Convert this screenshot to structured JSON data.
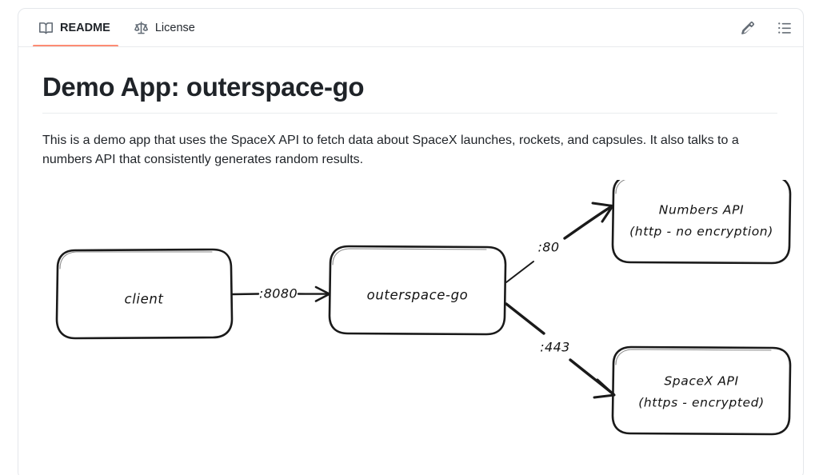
{
  "card": {
    "tabs": [
      {
        "id": "readme",
        "label": "README",
        "icon": "book-icon",
        "active": true
      },
      {
        "id": "license",
        "label": "License",
        "icon": "scales-icon",
        "active": false
      }
    ],
    "actions": [
      {
        "id": "edit",
        "icon": "pencil-icon",
        "title": "Edit"
      },
      {
        "id": "outline",
        "icon": "list-icon",
        "title": "Outline"
      }
    ],
    "accent_color": "#fd8c73",
    "border_color": "#e4e7eb"
  },
  "document": {
    "title": "Demo App: outerspace-go",
    "paragraph": "This is a demo app that uses the SpaceX API to fetch data about SpaceX launches, rockets, and capsules. It also talks to a numbers API that consistently generates random results."
  },
  "diagram": {
    "style": "hand-drawn",
    "stroke_color": "#1a1a1a",
    "nodes": [
      {
        "id": "client",
        "label_lines": [
          "client"
        ]
      },
      {
        "id": "outerspace-go",
        "label_lines": [
          "outerspace-go"
        ]
      },
      {
        "id": "numbers-api",
        "label_lines": [
          "Numbers API",
          "(http - no encryption)"
        ]
      },
      {
        "id": "spacex-api",
        "label_lines": [
          "SpaceX API",
          "(https - encrypted)"
        ]
      }
    ],
    "edges": [
      {
        "id": "client-to-app",
        "from": "client",
        "to": "outerspace-go",
        "label": ":8080"
      },
      {
        "id": "app-to-numbers",
        "from": "outerspace-go",
        "to": "numbers-api",
        "label": ":80"
      },
      {
        "id": "app-to-spacex",
        "from": "outerspace-go",
        "to": "spacex-api",
        "label": ":443"
      }
    ]
  }
}
